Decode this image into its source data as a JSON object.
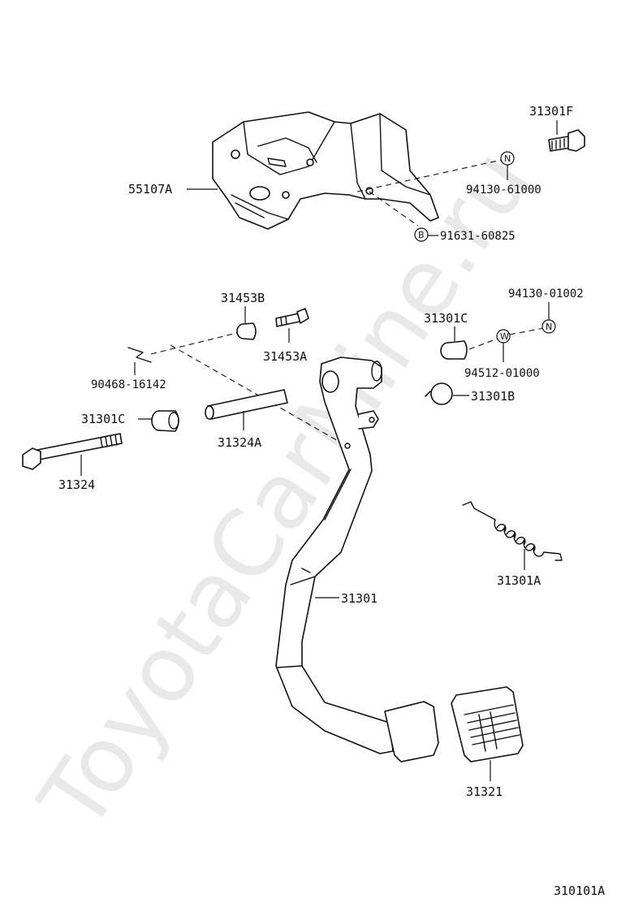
{
  "watermark": "ToyotaCarMine.ru",
  "diagram_code": "310101A",
  "labels": {
    "p31301F": "31301F",
    "p55107A": "55107A",
    "p94130_61000": "94130-61000",
    "p91631_60825": "91631-60825",
    "p31453B": "31453B",
    "p94130_01002": "94130-01002",
    "p31301C_top": "31301C",
    "p31453A": "31453A",
    "p90468_16142": "90468-16142",
    "p94512_01000": "94512-01000",
    "p31301B": "31301B",
    "p31301C_left": "31301C",
    "p31324A": "31324A",
    "p31324": "31324",
    "p31301A": "31301A",
    "p31301": "31301",
    "p31321": "31321"
  },
  "symbols": {
    "n_top": "N",
    "b_bolt": "B",
    "n_right": "N",
    "w_washer": "W"
  }
}
